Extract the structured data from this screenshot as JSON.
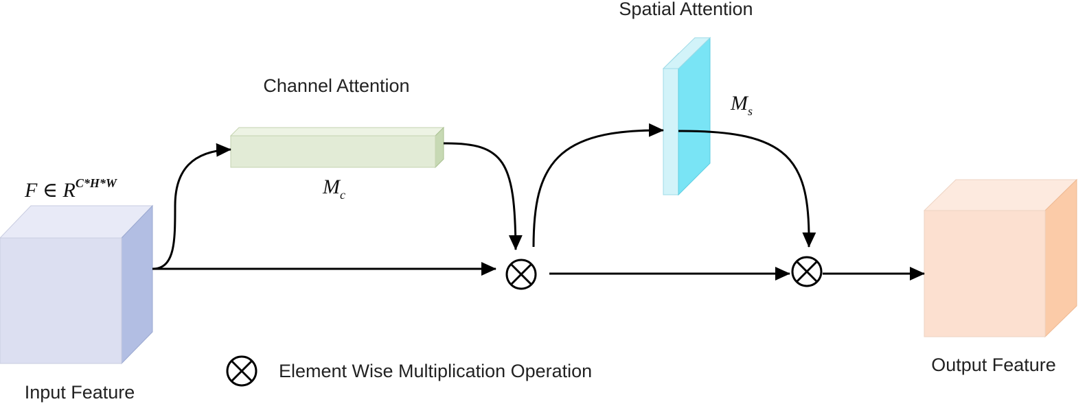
{
  "labels": {
    "channel_attention": "Channel Attention",
    "spatial_attention": "Spatial Attention",
    "input_feature": "Input Feature",
    "output_feature": "Output Feature",
    "legend_text": "Element Wise Multiplication Operation"
  },
  "math": {
    "input_set": {
      "base": "F ∈ R",
      "superscript": "C*H*W"
    },
    "mc": {
      "base": "M",
      "subscript": "c"
    },
    "ms": {
      "base": "M",
      "subscript": "s"
    }
  },
  "colors": {
    "input_front": "#dcdff1",
    "input_top": "#e8eaf7",
    "input_side": "#b2bee3",
    "channel_front": "#e2ebd6",
    "channel_top": "#edf3e4",
    "channel_side": "#c7d9b4",
    "spatial_front": "#d2f3f9",
    "spatial_side": "#79e4f5",
    "output_front": "#fce0d0",
    "output_top": "#fdeadf",
    "output_side": "#fbcba8",
    "arrow": "#000000"
  },
  "icons": {
    "multiply": "circle-times-icon"
  }
}
